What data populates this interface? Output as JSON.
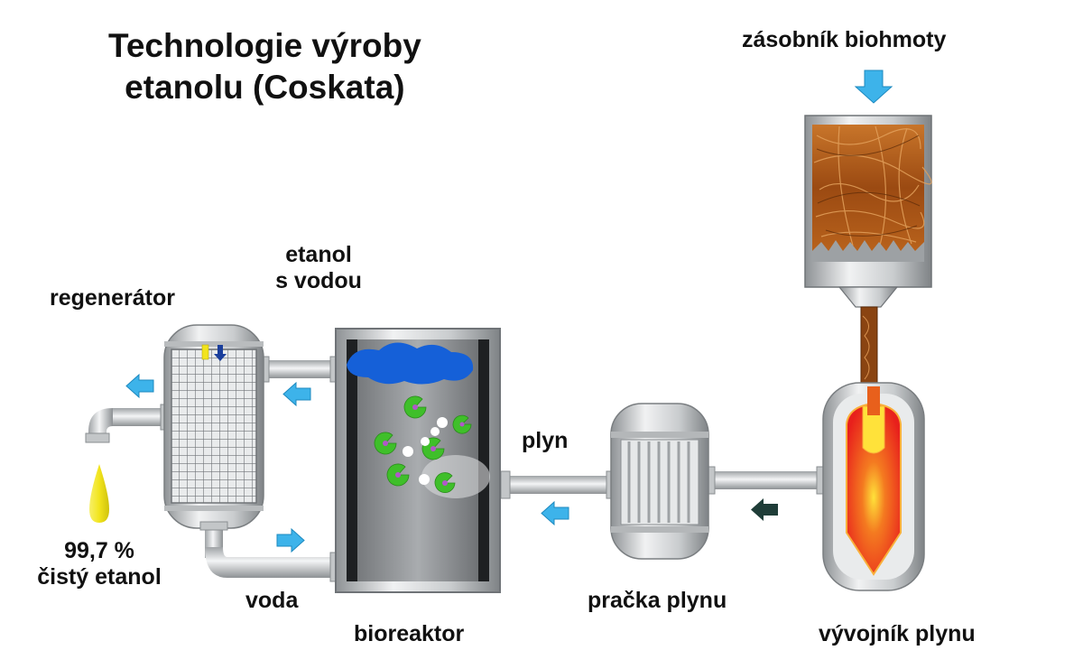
{
  "title": {
    "line1": "Technologie výroby",
    "line2": "etanolu (Coskata)"
  },
  "labels": {
    "biomass_hopper": "zásobník biohmoty",
    "regenerator": "regenerátor",
    "ethanol_water_line1": "etanol",
    "ethanol_water_line2": "s vodou",
    "gas": "plyn",
    "purity_line1": "99,7 %",
    "purity_line2": "čistý etanol",
    "water": "voda",
    "bioreactor": "bioreaktor",
    "gas_scrubber": "pračka plynu",
    "gas_generator": "vývojník plynu"
  },
  "colors": {
    "flow_arrow": "#3db3ea",
    "dark_arrow": "#1f3d38",
    "vessel_grey": "#cfd2d4",
    "pipe_grey": "#d7d9db",
    "fire_orange": "#f47a20",
    "fire_red": "#e8201c",
    "fire_yellow": "#ffe23a",
    "ethanol_drop": "#f2e41c",
    "liquid_blue": "#1560d8",
    "microbe_green": "#3fbf2a",
    "microbe_purple": "#b058c8",
    "biomass_brown": "#9b4a12"
  },
  "icons": [
    "down-arrow-icon",
    "flow-arrow-icon",
    "tap-icon",
    "droplet-icon"
  ]
}
